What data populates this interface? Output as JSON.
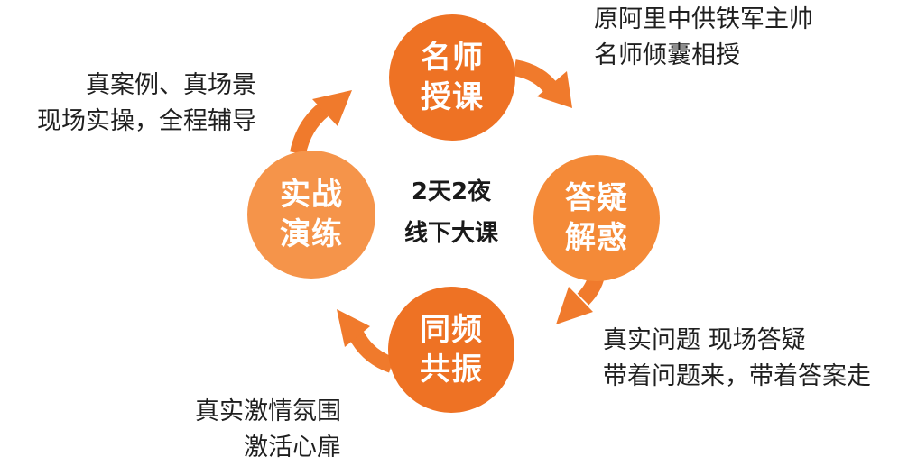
{
  "center": {
    "line1": "2天2夜",
    "line2": "线下大课"
  },
  "circles": {
    "top": {
      "line1": "名师",
      "line2": "授课"
    },
    "right": {
      "line1": "答疑",
      "line2": "解惑"
    },
    "bottom": {
      "line1": "同频",
      "line2": "共振"
    },
    "left": {
      "line1": "实战",
      "line2": "演练"
    }
  },
  "captions": {
    "top_right": {
      "line1": "原阿里中供铁军主帅",
      "line2": "名师倾囊相授"
    },
    "top_left": {
      "line1": "真案例、真场景",
      "line2": "现场实操，全程辅导"
    },
    "bottom_right": {
      "line1": "真实问题 现场答疑",
      "line2": "带着问题来，带着答案走"
    },
    "bottom_left": {
      "line1": "真实激情氛围",
      "line2": "激活心扉"
    }
  },
  "colors": {
    "circle_dark": "#ee7224",
    "circle_mid": "#f48a38",
    "circle_light": "#f5944a",
    "arrow": "#f07a2c"
  }
}
